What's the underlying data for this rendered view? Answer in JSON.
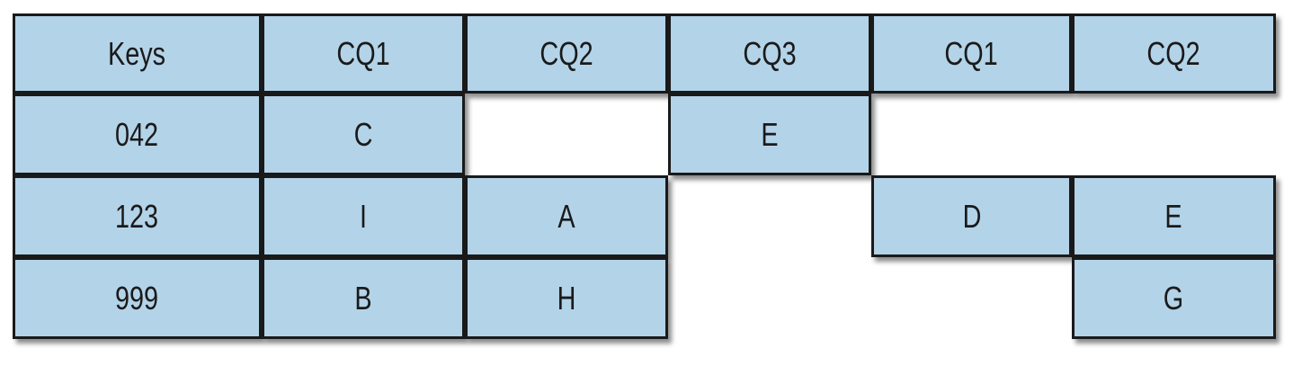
{
  "table": {
    "columns": [
      "Keys",
      "CQ1",
      "CQ2",
      "CQ3",
      "CQ1",
      "CQ2"
    ],
    "rows": [
      {
        "key": "042",
        "cells": [
          "C",
          null,
          "E",
          null,
          null
        ]
      },
      {
        "key": "123",
        "cells": [
          "I",
          "A",
          null,
          "D",
          "E"
        ]
      },
      {
        "key": "999",
        "cells": [
          "B",
          "H",
          null,
          null,
          "G"
        ]
      }
    ]
  },
  "colors": {
    "cell_fill": "#b3d3e8",
    "border": "#1a1a1a",
    "text": "#1a1a1a"
  }
}
